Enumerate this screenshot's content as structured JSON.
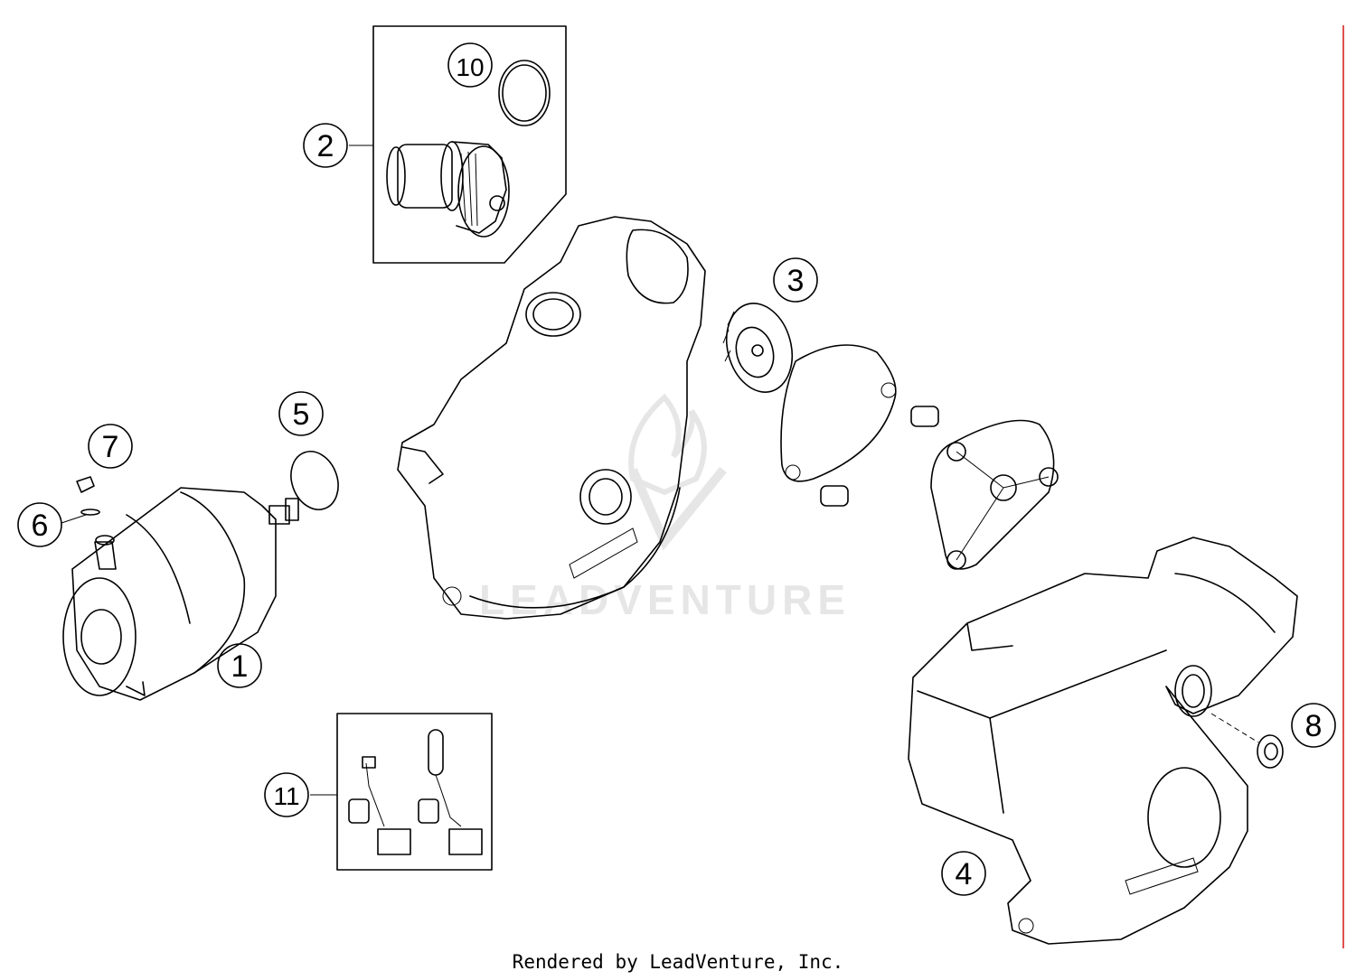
{
  "callouts": [
    {
      "label": "1"
    },
    {
      "label": "2"
    },
    {
      "label": "3"
    },
    {
      "label": "4"
    },
    {
      "label": "5"
    },
    {
      "label": "6"
    },
    {
      "label": "7"
    },
    {
      "label": "8"
    },
    {
      "label": "10"
    },
    {
      "label": "11"
    }
  ],
  "watermark": {
    "text": "LEADVENTURE"
  },
  "footer": {
    "text": "Rendered by LeadVenture, Inc."
  },
  "colors": {
    "margin_line": "#e05050",
    "ink": "#000000",
    "watermark": "#e6e6e6"
  }
}
